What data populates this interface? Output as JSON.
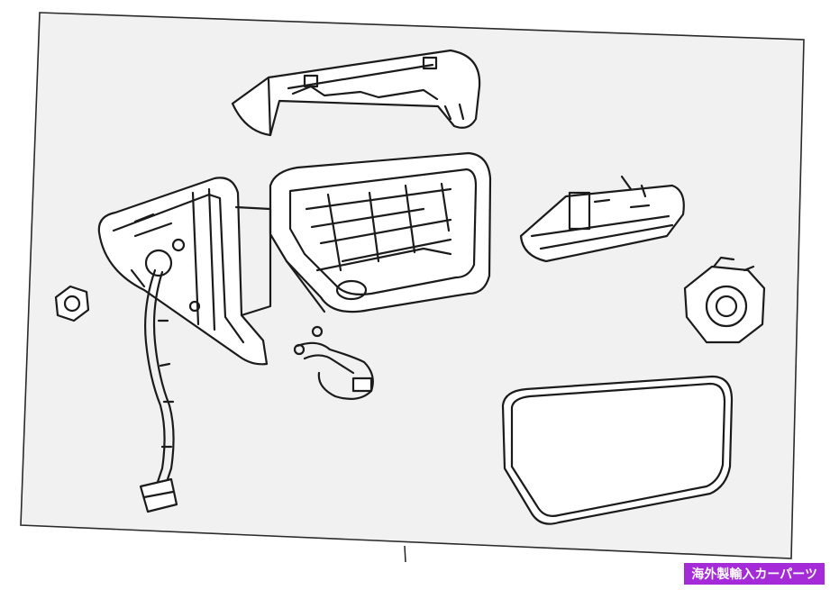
{
  "diagram": {
    "parts": [
      {
        "name": "mirror-cap-cover"
      },
      {
        "name": "mirror-housing-bracket"
      },
      {
        "name": "mirror-housing-shell"
      },
      {
        "name": "mounting-nut"
      },
      {
        "name": "wiring-harness"
      },
      {
        "name": "harness-connector"
      },
      {
        "name": "small-wire-pigtail"
      },
      {
        "name": "turn-signal-lamp"
      },
      {
        "name": "puddle-lamp"
      },
      {
        "name": "mirror-glass"
      }
    ]
  },
  "badge": {
    "label": "海外製輸入カーパーツ",
    "bg_color": "#a52bd9"
  },
  "colors": {
    "panel_bg": "#f1f1f1",
    "line": "#1b1b1b"
  }
}
